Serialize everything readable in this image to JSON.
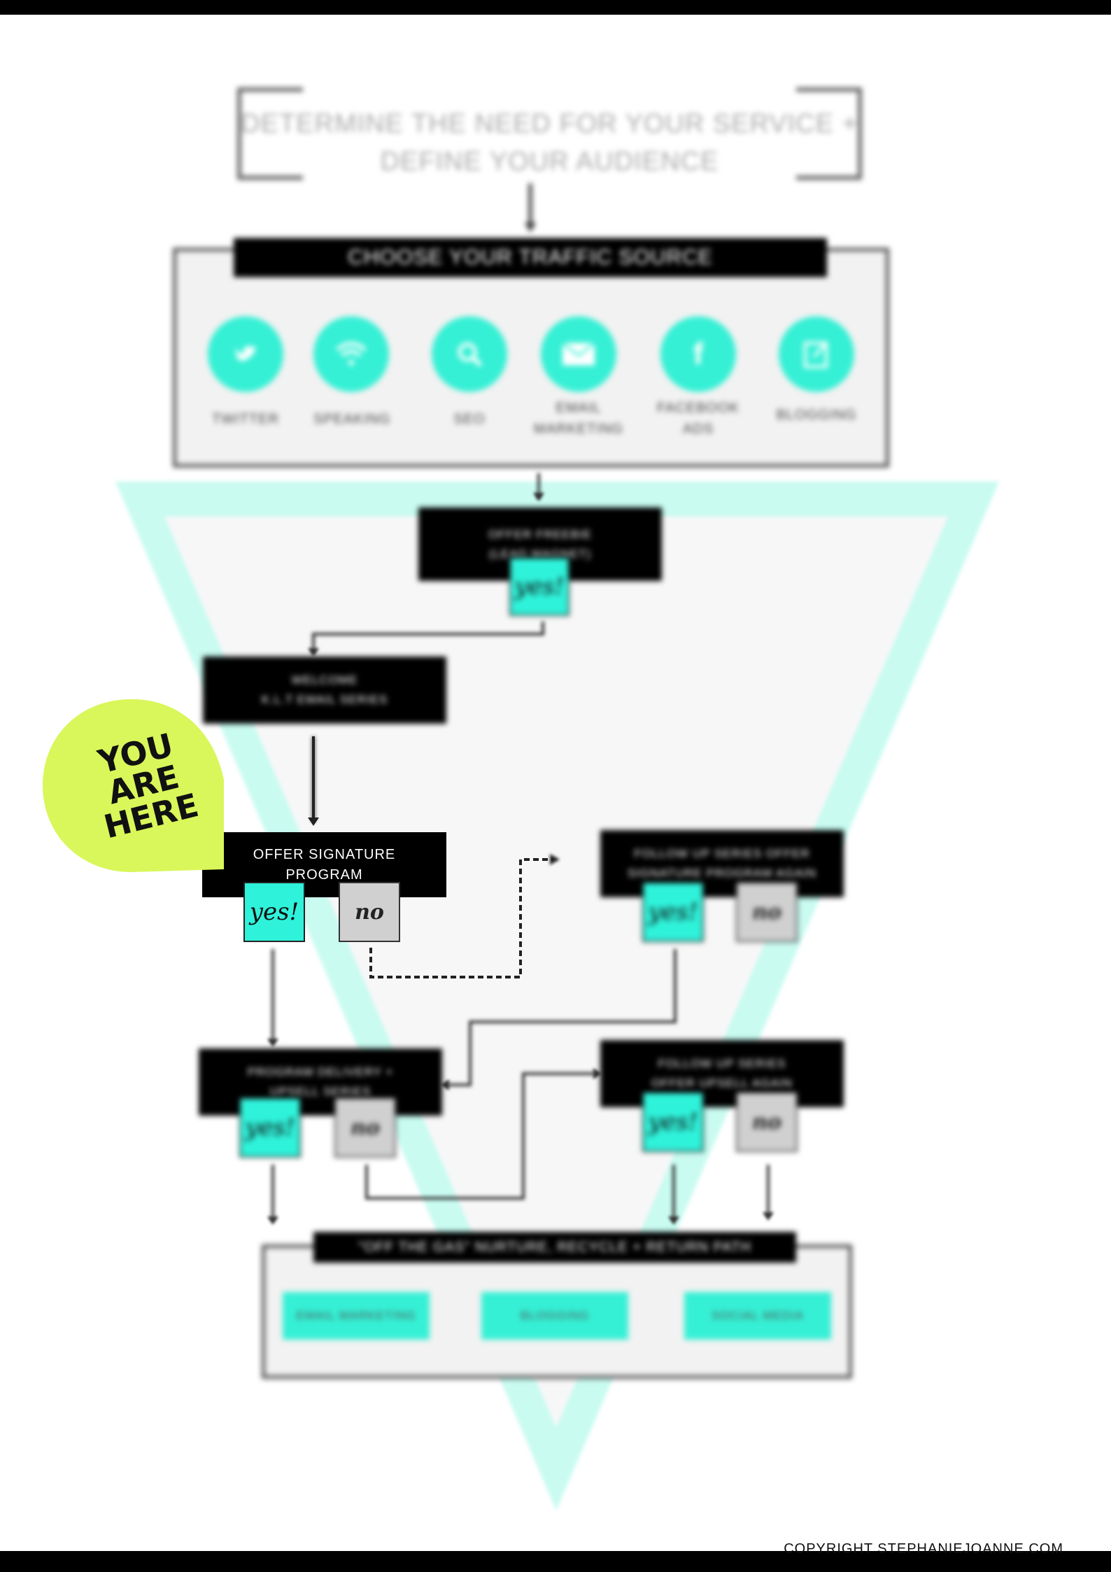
{
  "header": {
    "title_line1": "DETERMINE THE NEED FOR YOUR SERVICE +",
    "title_line2": "DEFINE YOUR AUDIENCE"
  },
  "traffic": {
    "title": "CHOOSE YOUR TRAFFIC SOURCE",
    "sources": [
      {
        "label": "TWITTER",
        "icon": "twitter-icon"
      },
      {
        "label": "SPEAKING",
        "icon": "wifi-icon"
      },
      {
        "label": "SEO",
        "icon": "search-icon"
      },
      {
        "label": "EMAIL MARKETING",
        "icon": "mail-icon"
      },
      {
        "label": "FACEBOOK ADS",
        "icon": "facebook-icon"
      },
      {
        "label": "BLOGGING",
        "icon": "notepad-icon"
      }
    ]
  },
  "steps": {
    "freebie": {
      "line1": "OFFER FREEBIE",
      "line2": "(LEAD MAGNET)"
    },
    "welcome": {
      "line1": "WELCOME",
      "line2": "K.L.T EMAIL SERIES"
    },
    "signature": {
      "line1": "OFFER SIGNATURE",
      "line2": "PROGRAM"
    },
    "followup_signature": {
      "line1": "FOLLOW UP SERIES OFFER",
      "line2": "SIGNATURE PROGRAM AGAIN"
    },
    "delivery": {
      "line1": "PROGRAM DELIVERY +",
      "line2": "UPSELL SERIES"
    },
    "followup_upsell": {
      "line1": "FOLLOW UP SERIES",
      "line2": "OFFER UPSELL AGAIN"
    }
  },
  "choices": {
    "yes": "yes!",
    "no": "no"
  },
  "nurture": {
    "title": "\"OFF THE GAS\" NURTURE, RECYCLE + RETURN PATH",
    "items": [
      "EMAIL MARKETING",
      "BLOGGING",
      "SOCIAL MEDIA"
    ]
  },
  "badge": {
    "line1": "YOU",
    "line2": "ARE",
    "line3": "HERE"
  },
  "footer": {
    "copyright": "COPYRIGHT STEPHANIEJOANNE.COM"
  },
  "colors": {
    "teal": "#35f0d5",
    "badge": "#d9f75a",
    "funnel": "#c9fbf1"
  }
}
